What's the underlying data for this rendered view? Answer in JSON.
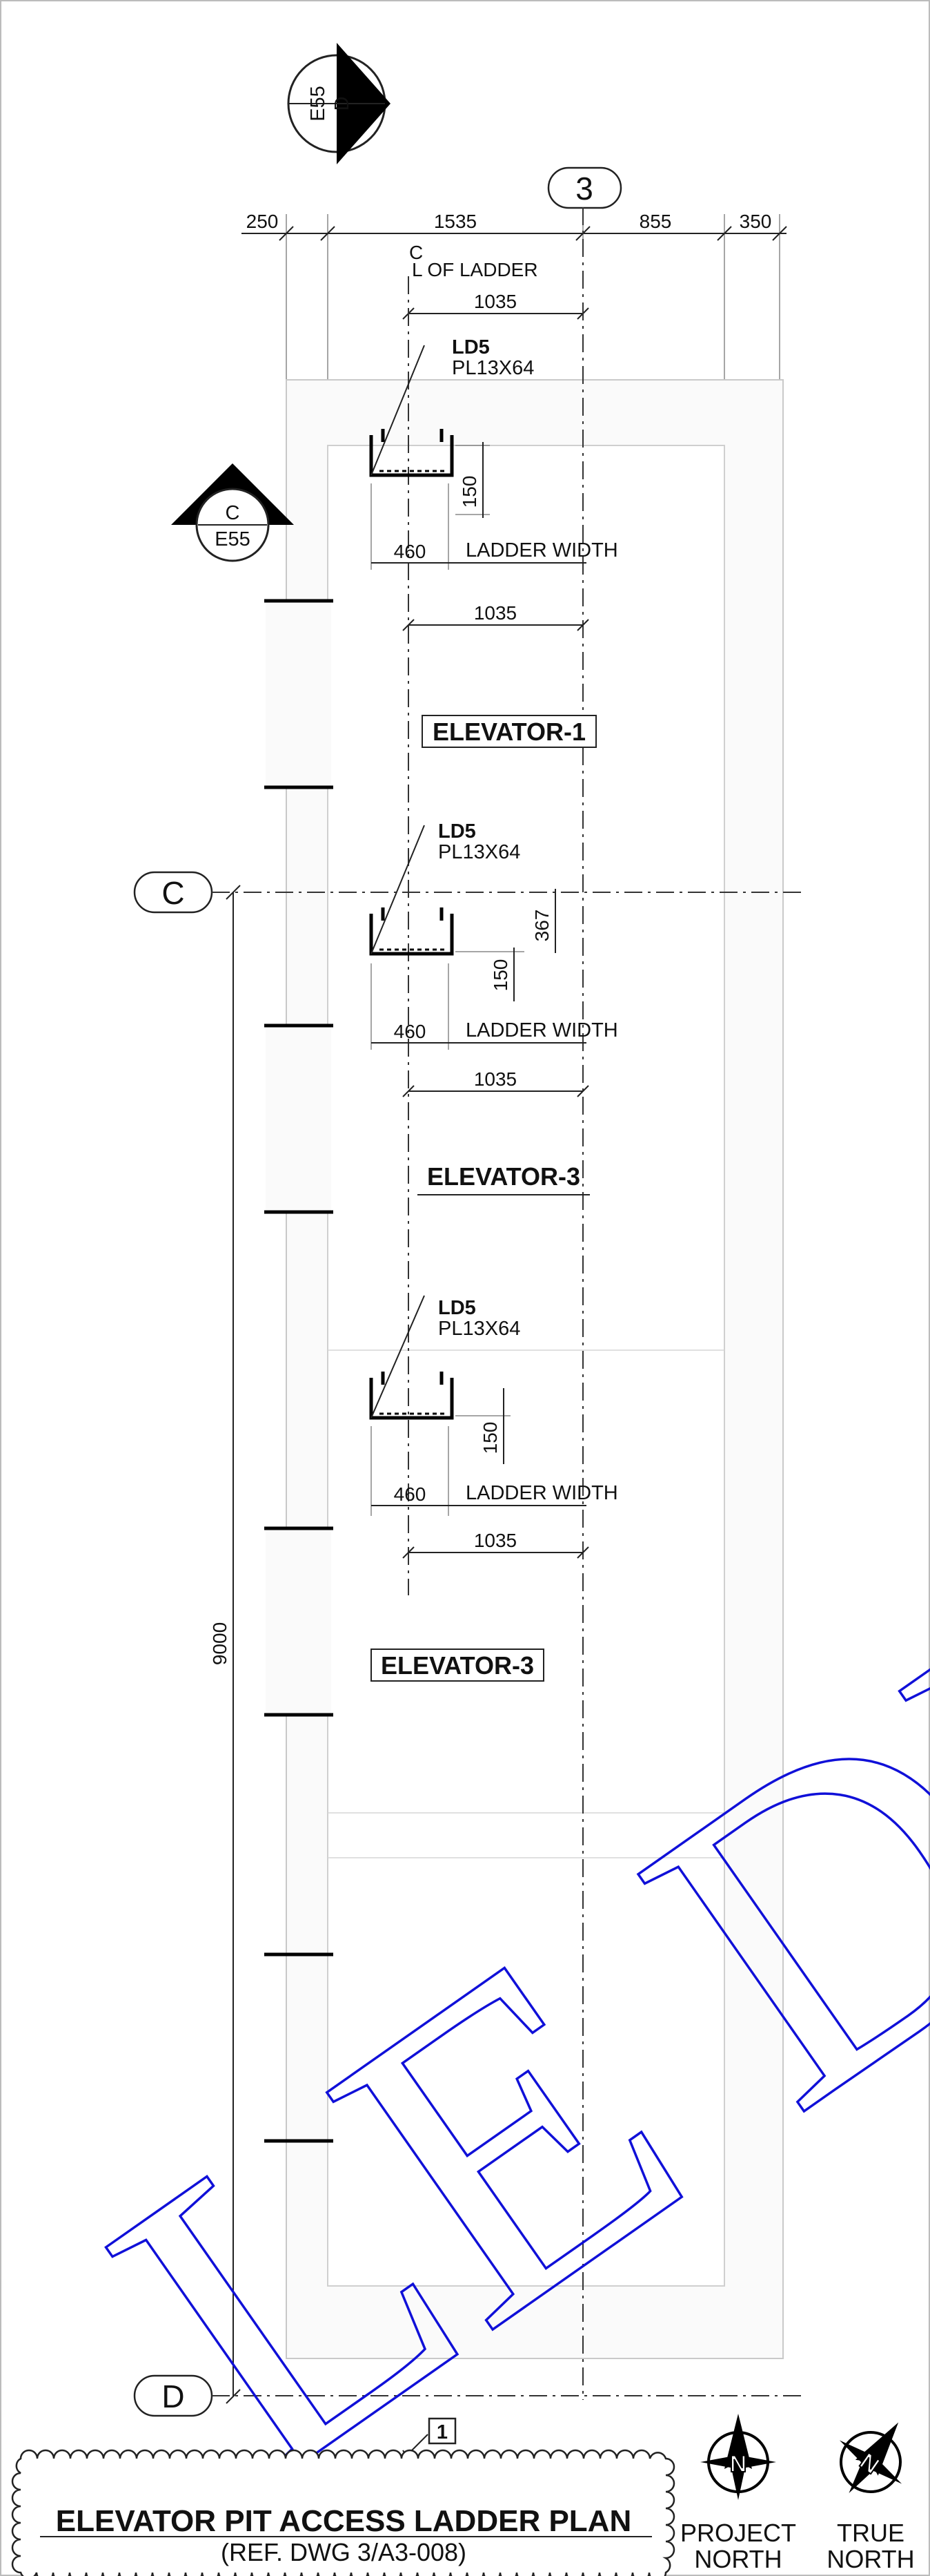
{
  "dimensions": {
    "top": [
      "250",
      "1535",
      "855",
      "350"
    ],
    "ladder_offset": "1035",
    "ladder_width": "460",
    "rung_depth": "150",
    "pit_offset": "367",
    "total_height": "9000"
  },
  "labels": {
    "centerline_mark": "C",
    "centerline_of_ladder": "L OF LADDER",
    "ladder_tag": "LD5",
    "ladder_section": "PL13X64",
    "ladder_width": "LADDER WIDTH"
  },
  "rooms": [
    "ELEVATOR-1",
    "ELEVATOR-3",
    "ELEVATOR-3"
  ],
  "grid": {
    "col_3": "3",
    "row_c": "C",
    "row_d": "D"
  },
  "section_markers": [
    {
      "top": "E55",
      "bottom": "D"
    },
    {
      "top": "C",
      "bottom": "E55"
    }
  ],
  "revision": "1",
  "title": {
    "main": "ELEVATOR PIT ACCESS LADDER PLAN",
    "ref": "(REF. DWG 3/A3-008)"
  },
  "north": {
    "project_1": "PROJECT",
    "project_2": "NORTH",
    "true_1": "TRUE",
    "true_2": "NORTH"
  },
  "watermark": "LE DR",
  "colors": {
    "watermark": "#1010d8",
    "linework": "#222222"
  }
}
